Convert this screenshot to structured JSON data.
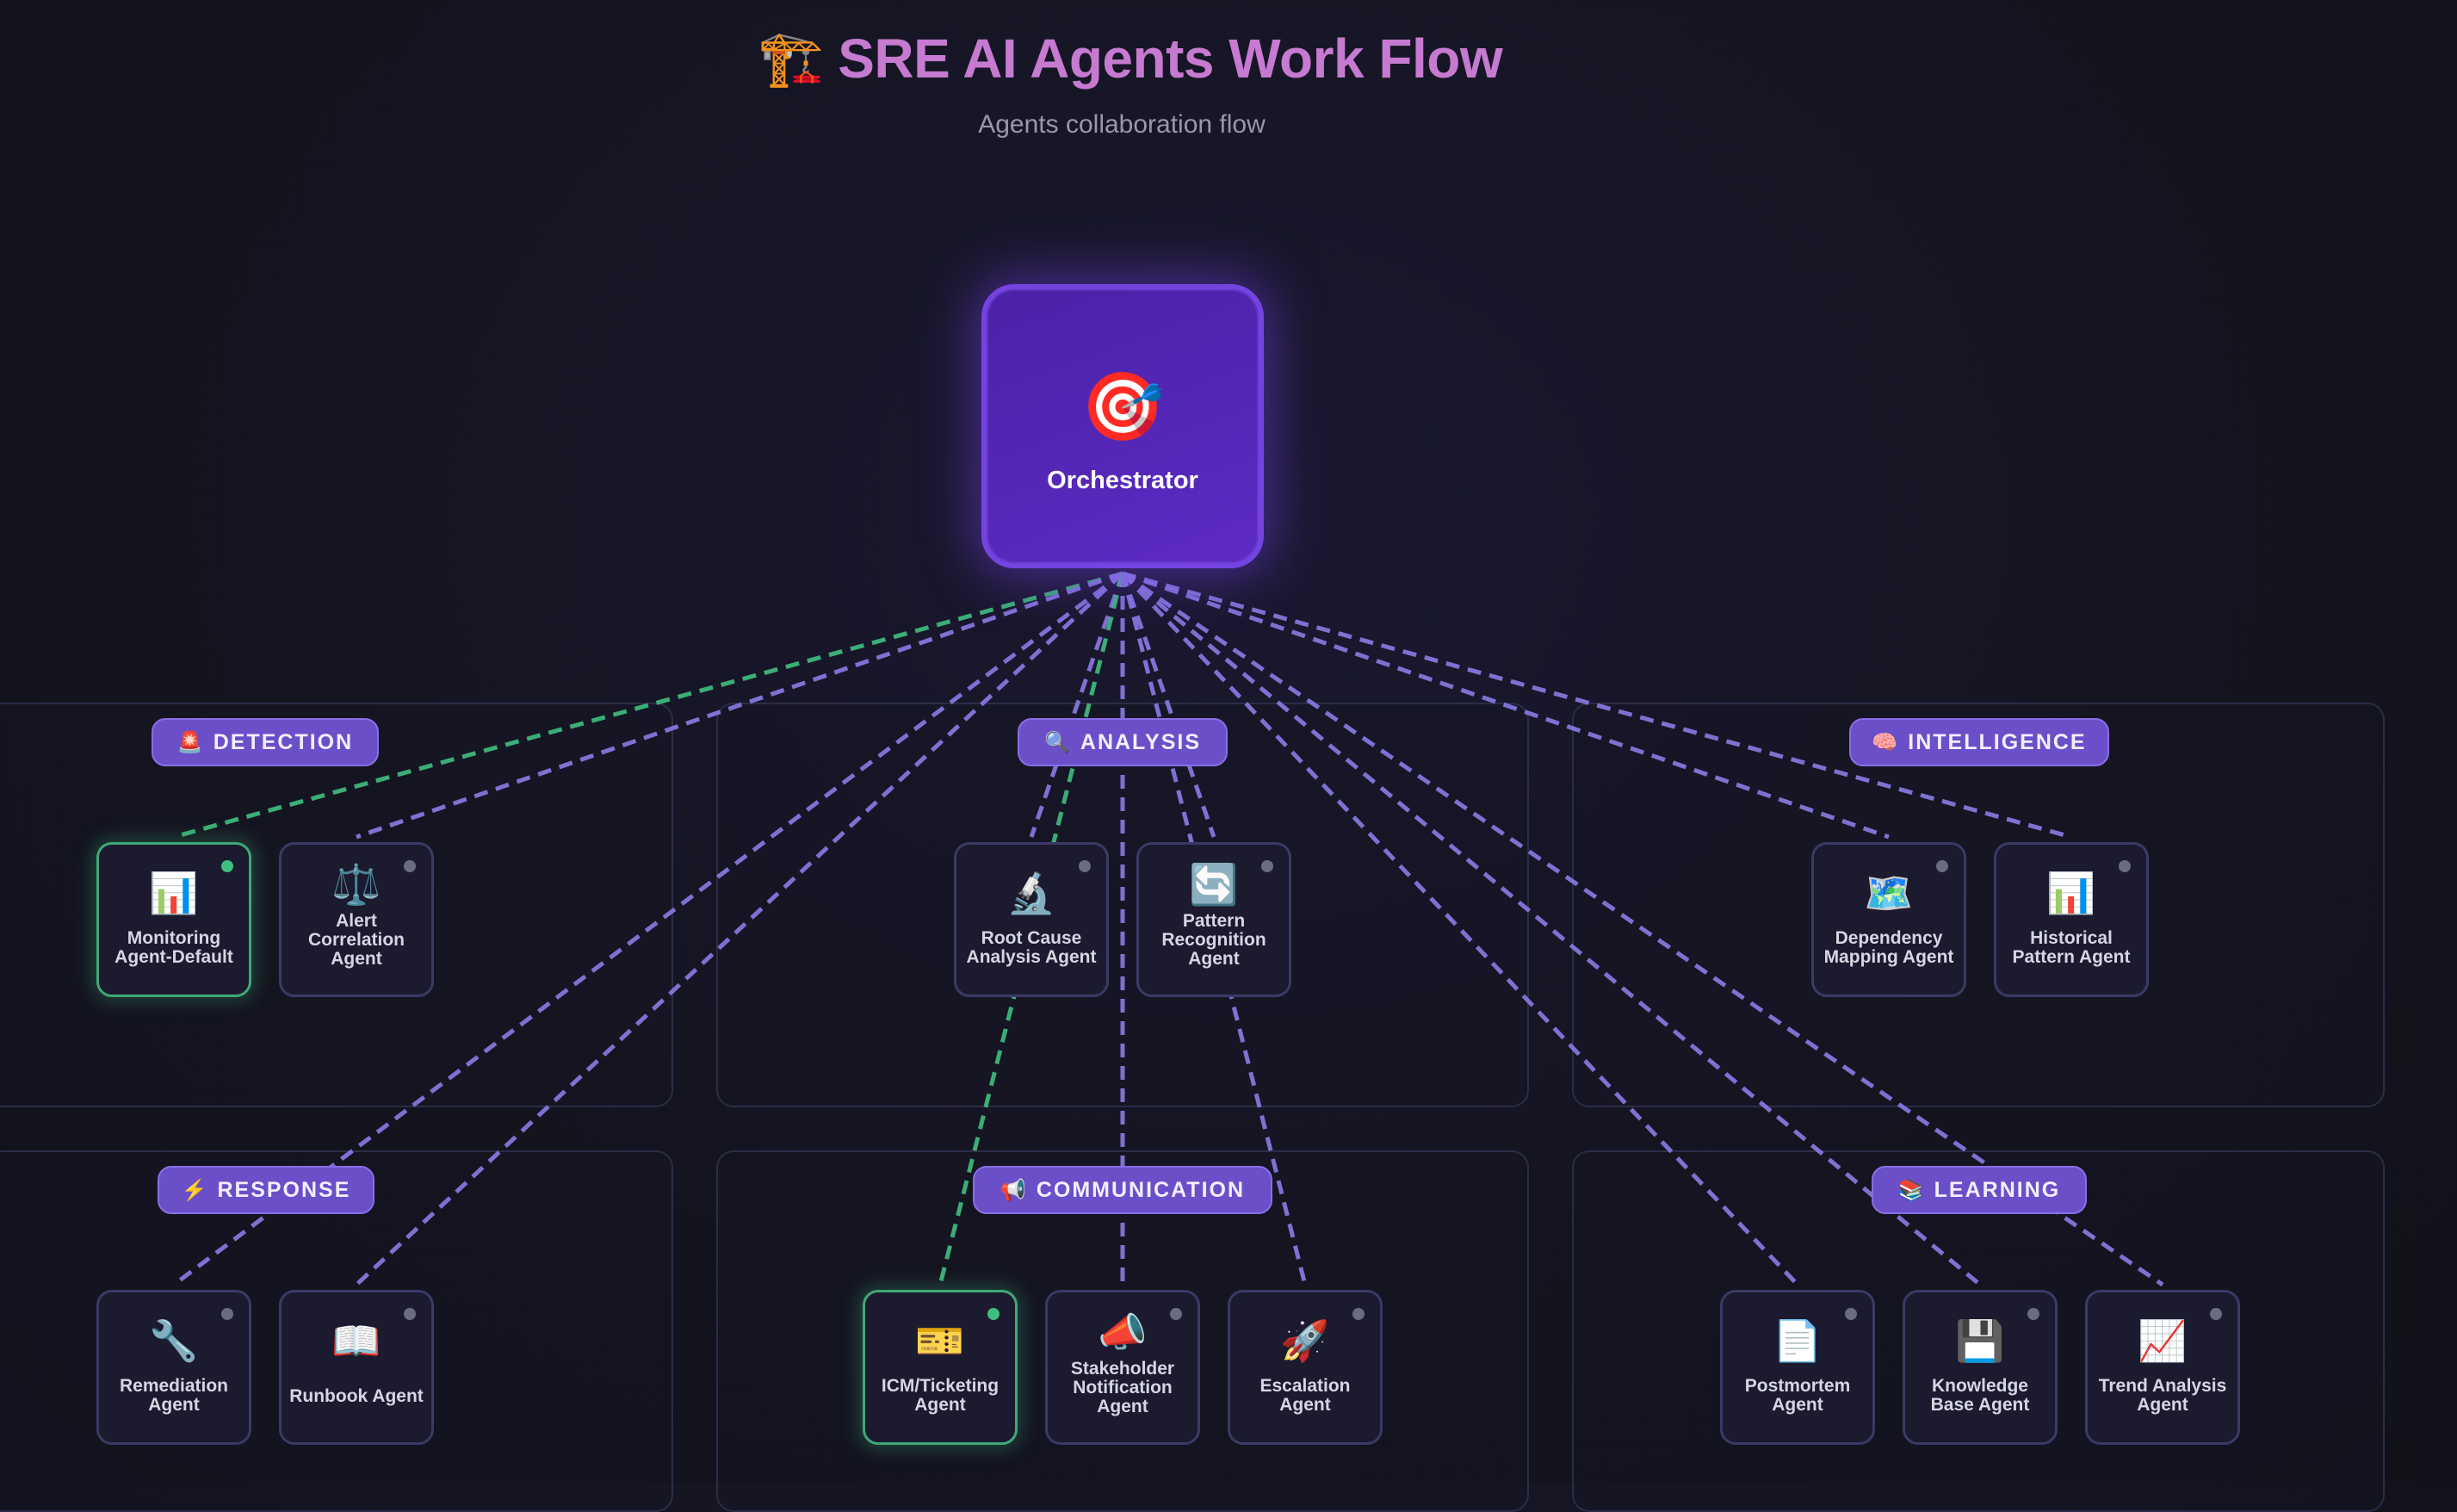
{
  "title": {
    "icon": "🏗️",
    "text": "SRE AI Agents Work Flow"
  },
  "subtitle": "Agents collaboration flow",
  "orchestrator": {
    "icon": "🎯",
    "label": "Orchestrator"
  },
  "colors": {
    "accent": "#6b4fc8",
    "active": "#3fa877",
    "idle_line": "#8b7be6",
    "active_line": "#3fbf7f"
  },
  "sections": [
    {
      "id": "detection",
      "label": "DETECTION",
      "icon": "🚨",
      "agents": [
        {
          "icon": "📊",
          "icon_name": "bar-chart-icon",
          "label": [
            "Monitoring",
            "Agent-Default"
          ],
          "active": true
        },
        {
          "icon": "⚖️",
          "icon_name": "balance-scale-icon",
          "label": [
            "Alert",
            "Correlation",
            "Agent"
          ],
          "active": false
        }
      ]
    },
    {
      "id": "analysis",
      "label": "ANALYSIS",
      "icon": "🔍",
      "agents": [
        {
          "icon": "🔬",
          "icon_name": "microscope-icon",
          "label": [
            "Root Cause",
            "Analysis Agent"
          ],
          "active": false
        },
        {
          "icon": "🔄",
          "icon_name": "refresh-icon",
          "label": [
            "Pattern",
            "Recognition",
            "Agent"
          ],
          "active": false
        }
      ]
    },
    {
      "id": "intelligence",
      "label": "INTELLIGENCE",
      "icon": "🧠",
      "agents": [
        {
          "icon": "🗺️",
          "icon_name": "map-icon",
          "label": [
            "Dependency",
            "Mapping Agent"
          ],
          "active": false
        },
        {
          "icon": "📊",
          "icon_name": "bar-chart-icon",
          "label": [
            "Historical",
            "Pattern Agent"
          ],
          "active": false
        }
      ]
    },
    {
      "id": "response",
      "label": "RESPONSE",
      "icon": "⚡",
      "agents": [
        {
          "icon": "🔧",
          "icon_name": "wrench-icon",
          "label": [
            "Remediation",
            "Agent"
          ],
          "active": false
        },
        {
          "icon": "📖",
          "icon_name": "book-icon",
          "label": [
            "Runbook Agent"
          ],
          "active": false
        }
      ]
    },
    {
      "id": "communication",
      "label": "COMMUNICATION",
      "icon": "📢",
      "agents": [
        {
          "icon": "🎫",
          "icon_name": "ticket-icon",
          "label": [
            "ICM/Ticketing",
            "Agent"
          ],
          "active": true
        },
        {
          "icon": "📣",
          "icon_name": "megaphone-icon",
          "label": [
            "Stakeholder",
            "Notification",
            "Agent"
          ],
          "active": false
        },
        {
          "icon": "🚀",
          "icon_name": "rocket-icon",
          "label": [
            "Escalation",
            "Agent"
          ],
          "active": false
        }
      ]
    },
    {
      "id": "learning",
      "label": "LEARNING",
      "icon": "📚",
      "agents": [
        {
          "icon": "📄",
          "icon_name": "document-icon",
          "label": [
            "Postmortem",
            "Agent"
          ],
          "active": false
        },
        {
          "icon": "💾",
          "icon_name": "floppy-disk-icon",
          "label": [
            "Knowledge",
            "Base Agent"
          ],
          "active": false
        },
        {
          "icon": "📈",
          "icon_name": "trend-chart-icon",
          "label": [
            "Trend Analysis",
            "Agent"
          ],
          "active": false
        }
      ]
    }
  ]
}
